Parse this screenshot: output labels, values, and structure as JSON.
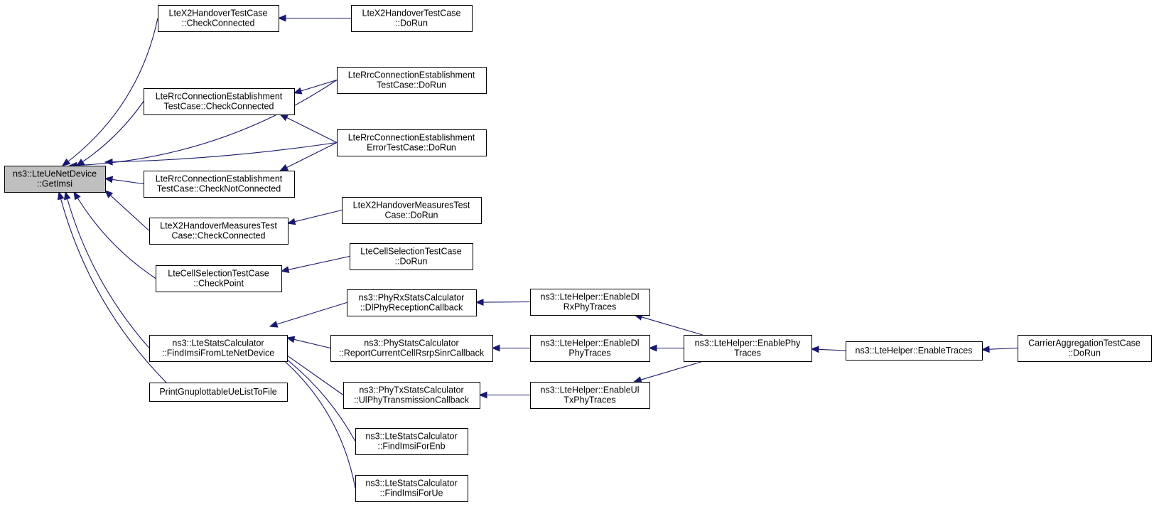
{
  "diagram": {
    "nodes": [
      {
        "id": "root",
        "lines": [
          "ns3::LteUeNetDevice",
          "::GetImsi"
        ],
        "root": true
      },
      {
        "id": "x2_check",
        "lines": [
          "LteX2HandoverTestCase",
          "::CheckConnected"
        ]
      },
      {
        "id": "x2_dorun",
        "lines": [
          "LteX2HandoverTestCase",
          "::DoRun"
        ]
      },
      {
        "id": "rrc_dorun",
        "lines": [
          "LteRrcConnectionEstablishment",
          "TestCase::DoRun"
        ]
      },
      {
        "id": "rrc_check",
        "lines": [
          "LteRrcConnectionEstablishment",
          "TestCase::CheckConnected"
        ]
      },
      {
        "id": "rrc_err_dorun",
        "lines": [
          "LteRrcConnectionEstablishment",
          "ErrorTestCase::DoRun"
        ]
      },
      {
        "id": "rrc_checknot",
        "lines": [
          "LteRrcConnectionEstablishment",
          "TestCase::CheckNotConnected"
        ]
      },
      {
        "id": "x2m_dorun",
        "lines": [
          "LteX2HandoverMeasuresTest",
          "Case::DoRun"
        ]
      },
      {
        "id": "x2m_check",
        "lines": [
          "LteX2HandoverMeasuresTest",
          "Case::CheckConnected"
        ]
      },
      {
        "id": "cell_dorun",
        "lines": [
          "LteCellSelectionTestCase",
          "::DoRun"
        ]
      },
      {
        "id": "cell_check",
        "lines": [
          "LteCellSelectionTestCase",
          "::CheckPoint"
        ]
      },
      {
        "id": "stats_find",
        "lines": [
          "ns3::LteStatsCalculator",
          "::FindImsiFromLteNetDevice"
        ]
      },
      {
        "id": "print_gnu",
        "lines": [
          "PrintGnuplottableUeListToFile"
        ]
      },
      {
        "id": "phyrx",
        "lines": [
          "ns3::PhyRxStatsCalculator",
          "::DlPhyReceptionCallback"
        ]
      },
      {
        "id": "phystats",
        "lines": [
          "ns3::PhyStatsCalculator",
          "::ReportCurrentCellRsrpSinrCallback"
        ]
      },
      {
        "id": "phytx",
        "lines": [
          "ns3::PhyTxStatsCalculator",
          "::UlPhyTransmissionCallback"
        ]
      },
      {
        "id": "find_enb",
        "lines": [
          "ns3::LteStatsCalculator",
          "::FindImsiForEnb"
        ]
      },
      {
        "id": "find_ue",
        "lines": [
          "ns3::LteStatsCalculator",
          "::FindImsiForUe"
        ]
      },
      {
        "id": "en_dlrx",
        "lines": [
          "ns3::LteHelper::EnableDl",
          "RxPhyTraces"
        ]
      },
      {
        "id": "en_dlphy",
        "lines": [
          "ns3::LteHelper::EnableDl",
          "PhyTraces"
        ]
      },
      {
        "id": "en_ultx",
        "lines": [
          "ns3::LteHelper::EnableUl",
          "TxPhyTraces"
        ]
      },
      {
        "id": "en_phy",
        "lines": [
          "ns3::LteHelper::EnablePhy",
          "Traces"
        ]
      },
      {
        "id": "en_traces",
        "lines": [
          "ns3::LteHelper::EnableTraces"
        ]
      },
      {
        "id": "ca_dorun",
        "lines": [
          "CarrierAggregationTestCase",
          "::DoRun"
        ]
      }
    ],
    "edges": [
      {
        "from": "x2_check",
        "to": "root"
      },
      {
        "from": "rrc_dorun",
        "to": "root"
      },
      {
        "from": "rrc_check",
        "to": "root"
      },
      {
        "from": "rrc_err_dorun",
        "to": "root"
      },
      {
        "from": "rrc_checknot",
        "to": "root"
      },
      {
        "from": "x2m_check",
        "to": "root"
      },
      {
        "from": "cell_check",
        "to": "root"
      },
      {
        "from": "stats_find",
        "to": "root"
      },
      {
        "from": "print_gnu",
        "to": "root"
      },
      {
        "from": "x2_dorun",
        "to": "x2_check"
      },
      {
        "from": "rrc_dorun",
        "to": "rrc_check"
      },
      {
        "from": "rrc_err_dorun",
        "to": "rrc_check"
      },
      {
        "from": "rrc_err_dorun",
        "to": "rrc_checknot"
      },
      {
        "from": "x2m_dorun",
        "to": "x2m_check"
      },
      {
        "from": "cell_dorun",
        "to": "cell_check"
      },
      {
        "from": "phyrx",
        "to": "stats_find"
      },
      {
        "from": "phystats",
        "to": "stats_find"
      },
      {
        "from": "phytx",
        "to": "stats_find"
      },
      {
        "from": "find_enb",
        "to": "stats_find"
      },
      {
        "from": "find_ue",
        "to": "stats_find"
      },
      {
        "from": "en_dlrx",
        "to": "phyrx"
      },
      {
        "from": "en_dlphy",
        "to": "phystats"
      },
      {
        "from": "en_ultx",
        "to": "phytx"
      },
      {
        "from": "en_phy",
        "to": "en_dlrx"
      },
      {
        "from": "en_phy",
        "to": "en_dlphy"
      },
      {
        "from": "en_phy",
        "to": "en_ultx"
      },
      {
        "from": "en_traces",
        "to": "en_phy"
      },
      {
        "from": "ca_dorun",
        "to": "en_traces"
      }
    ],
    "colors": {
      "edge": "#191970",
      "root_fill": "#bfbfbf",
      "node_fill": "#ffffff",
      "border": "#000000"
    }
  }
}
